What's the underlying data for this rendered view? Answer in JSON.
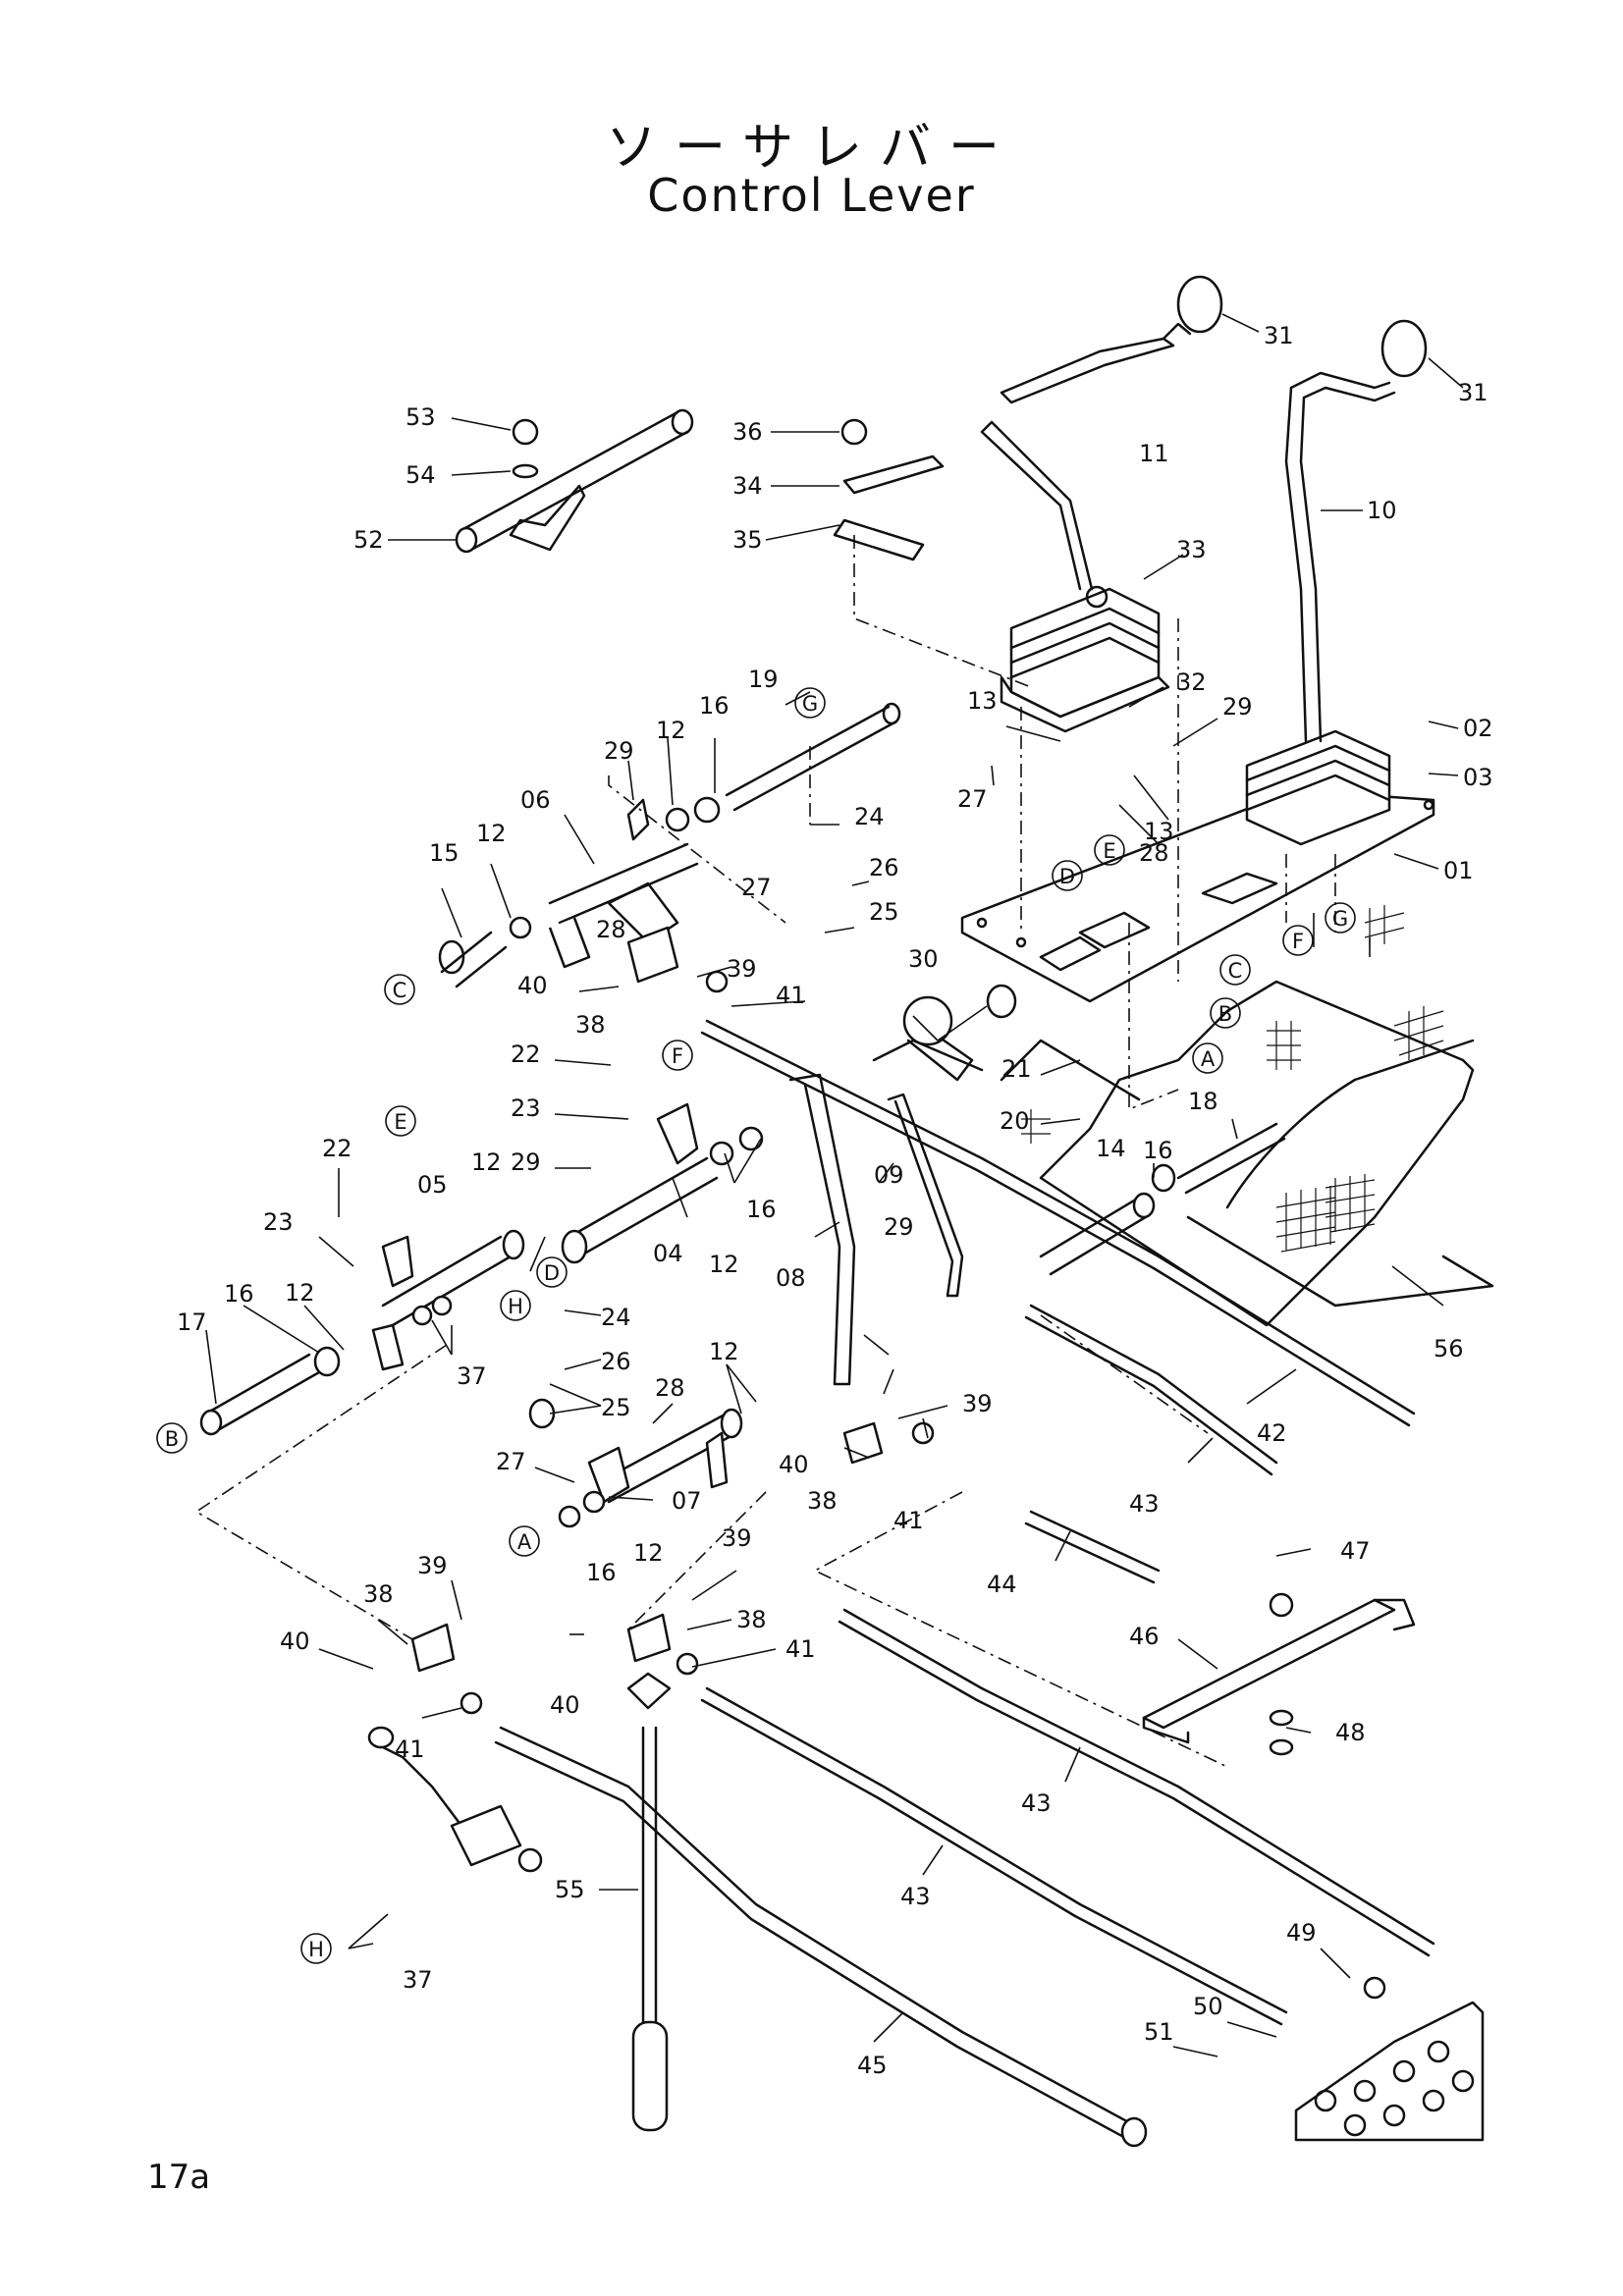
{
  "header": {
    "title_jp": "ソーサレバー",
    "title_en": "Control Lever"
  },
  "page_number": "17a",
  "reference_markers": [
    "A",
    "B",
    "C",
    "D",
    "E",
    "F",
    "G",
    "H"
  ],
  "part_callouts": [
    "53",
    "54",
    "52",
    "36",
    "34",
    "35",
    "31",
    "11",
    "31",
    "10",
    "33",
    "02",
    "03",
    "01",
    "32",
    "29",
    "13",
    "13",
    "27",
    "28",
    "19",
    "16",
    "12",
    "29",
    "06",
    "15",
    "12",
    "24",
    "26",
    "25",
    "27",
    "28",
    "39",
    "40",
    "41",
    "38",
    "22",
    "23",
    "29",
    "30",
    "21",
    "20",
    "18",
    "14",
    "16",
    "09",
    "08",
    "12",
    "16",
    "04",
    "05",
    "22",
    "23",
    "12",
    "17",
    "16",
    "12",
    "37",
    "24",
    "26",
    "25",
    "28",
    "27",
    "07",
    "12",
    "16",
    "12",
    "29",
    "39",
    "40",
    "38",
    "41",
    "42",
    "43",
    "44",
    "56",
    "47",
    "46",
    "48",
    "39",
    "38",
    "40",
    "41",
    "39",
    "38",
    "40",
    "41",
    "43",
    "43",
    "55",
    "45",
    "37",
    "49",
    "50",
    "51"
  ]
}
